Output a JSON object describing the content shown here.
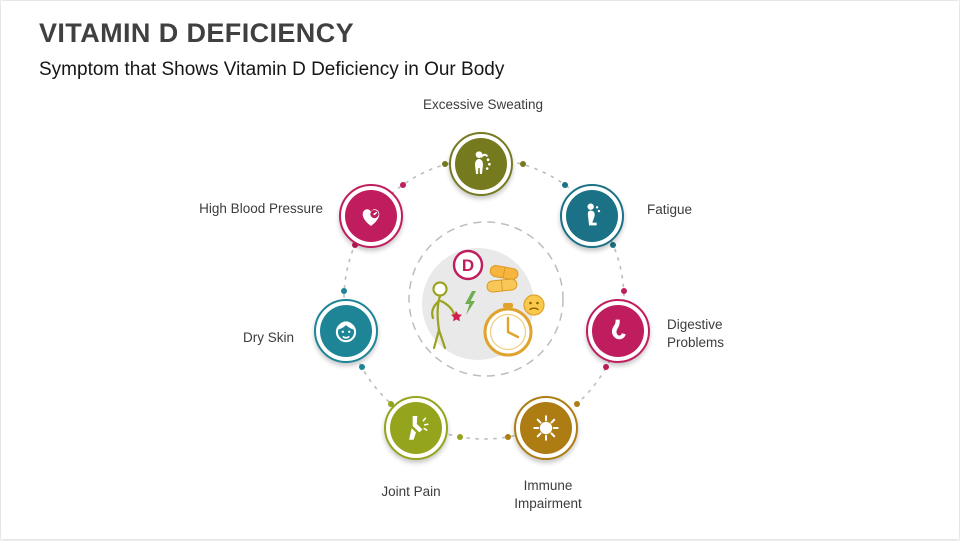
{
  "title": "VITAMIN D DEFICIENCY",
  "subtitle": "Symptom that Shows Vitamin D Deficiency in Our Body",
  "center": {
    "letter": "D"
  },
  "symptoms": [
    {
      "label": "Excessive Sweating",
      "color": "#767a1f",
      "icon": "sweating-person-icon"
    },
    {
      "label": "Fatigue",
      "color": "#1b7286",
      "icon": "fatigued-person-icon"
    },
    {
      "label": "Digestive Problems",
      "color": "#c01d5e",
      "icon": "stomach-icon"
    },
    {
      "label": "Immune Impairment",
      "color": "#ad7d13",
      "icon": "virus-icon"
    },
    {
      "label": "Joint Pain",
      "color": "#95a41d",
      "icon": "knee-joint-icon"
    },
    {
      "label": "Dry Skin",
      "color": "#1e8597",
      "icon": "face-icon"
    },
    {
      "label": "High Blood Pressure",
      "color": "#c01d5e",
      "icon": "heart-icon"
    }
  ]
}
